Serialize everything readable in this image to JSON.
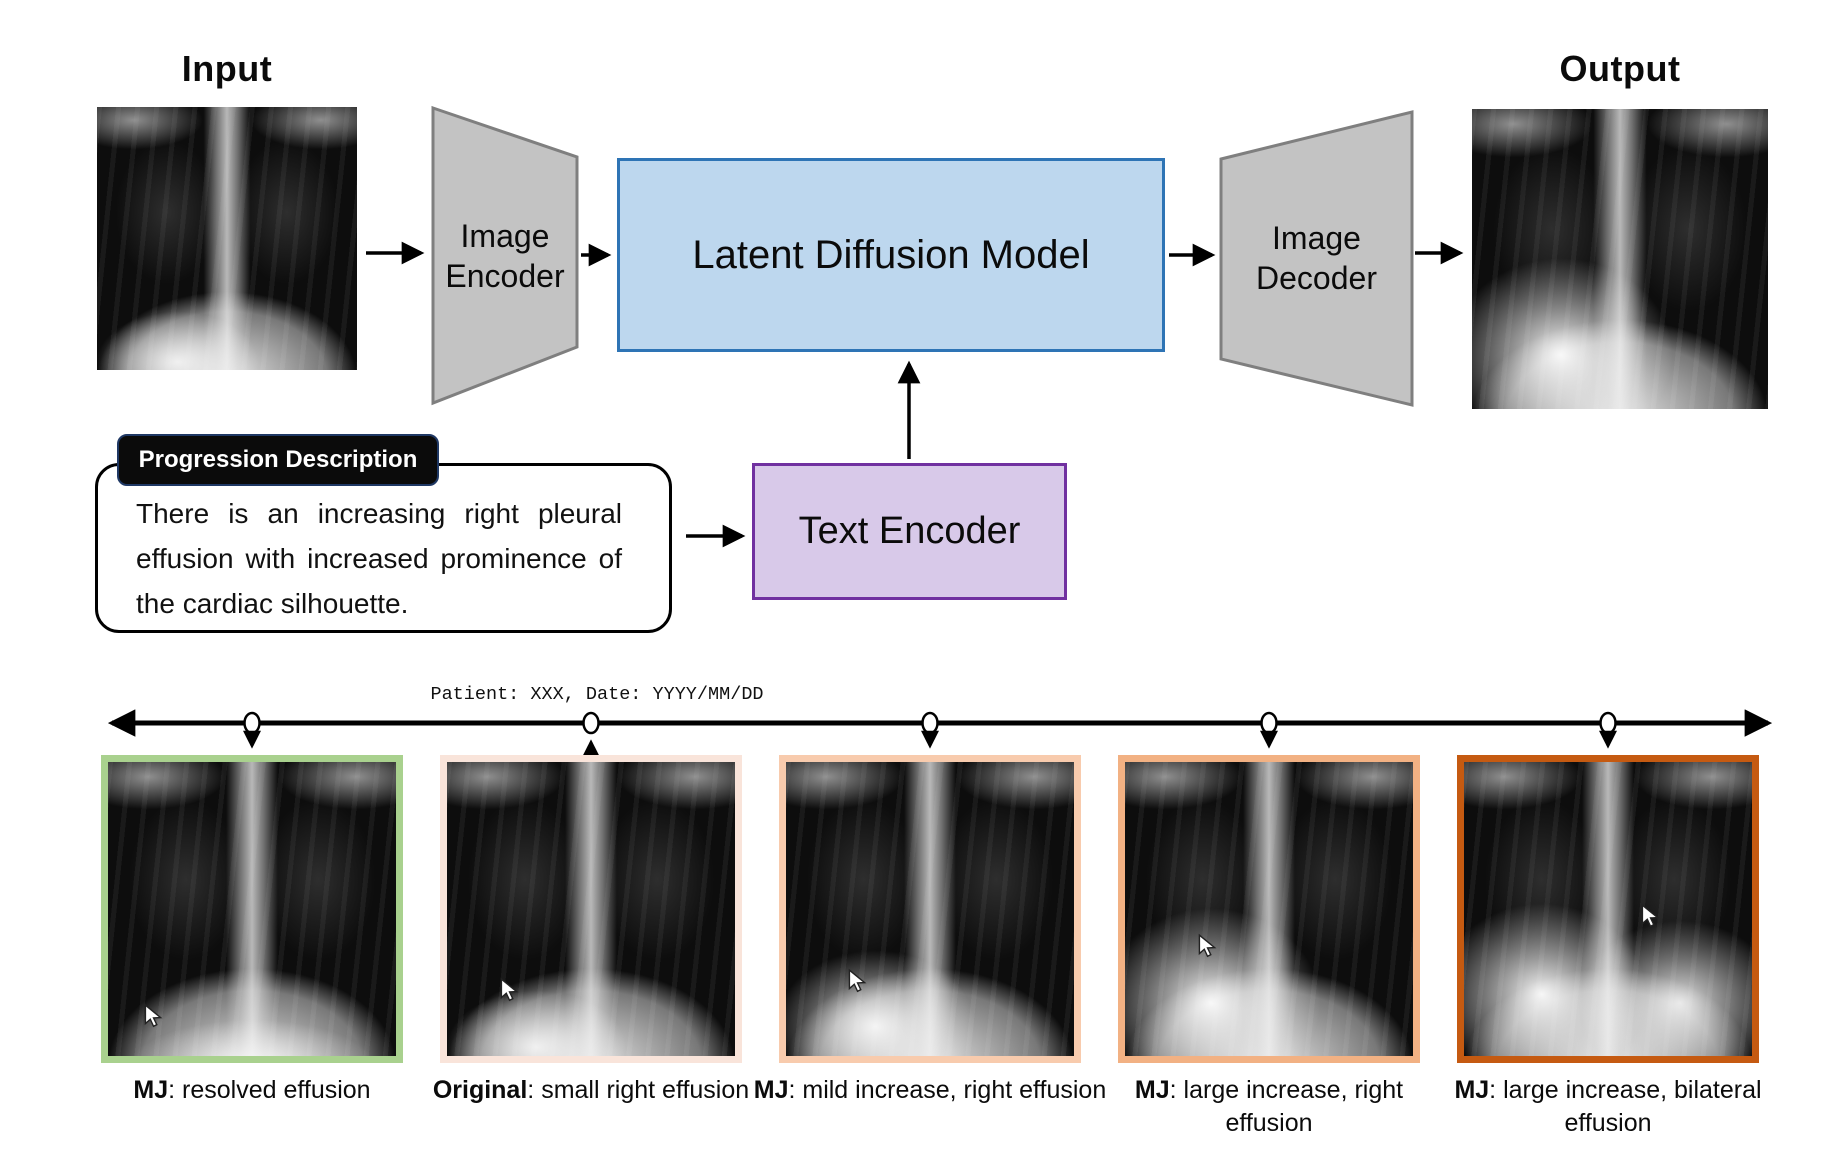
{
  "flow": {
    "input_label": "Input",
    "output_label": "Output",
    "image_encoder_label": "Image Encoder",
    "latent_diffusion_label": "Latent Diffusion Model",
    "image_decoder_label": "Image Decoder",
    "text_encoder_label": "Text Encoder"
  },
  "description": {
    "title": "Progression Description",
    "body": "There is an increasing right pleural effusion with increased prominence of the cardiac silhouette."
  },
  "timeline": {
    "axis_label": "Patient: XXX, Date: YYYY/MM/DD",
    "points": [
      {
        "caption_prefix": "MJ",
        "caption_rest": ": resolved effusion",
        "frame_color": "#A9D18E",
        "variant": "resolved effusion",
        "connector": "down"
      },
      {
        "caption_prefix": "Original",
        "caption_rest": ": small right effusion",
        "frame_color": "#F9E4DA",
        "variant": "small right effusion",
        "connector": "up"
      },
      {
        "caption_prefix": "MJ",
        "caption_rest": ": mild increase, right effusion",
        "frame_color": "#F8CBAD",
        "variant": "mild increase right effusion",
        "connector": "down"
      },
      {
        "caption_prefix": "MJ",
        "caption_rest": ": large increase, right effusion",
        "frame_color": "#F2B183",
        "variant": "large increase right effusion",
        "connector": "down"
      },
      {
        "caption_prefix": "MJ",
        "caption_rest": ": large increase, bilateral effusion",
        "frame_color": "#C55A11",
        "variant": "large increase bilateral effusion",
        "connector": "down"
      }
    ]
  },
  "colors": {
    "encoder_fill": "#C3C3C3",
    "encoder_border": "#7F7F7F",
    "ldm_fill": "#BDD7EE",
    "ldm_border": "#2E74B5",
    "text_encoder_fill": "#D8C9E9",
    "text_encoder_border": "#7030A0",
    "callout_title_bg": "#0B0B0B",
    "callout_title_border": "#1F3864",
    "arrow_color": "#000000"
  }
}
